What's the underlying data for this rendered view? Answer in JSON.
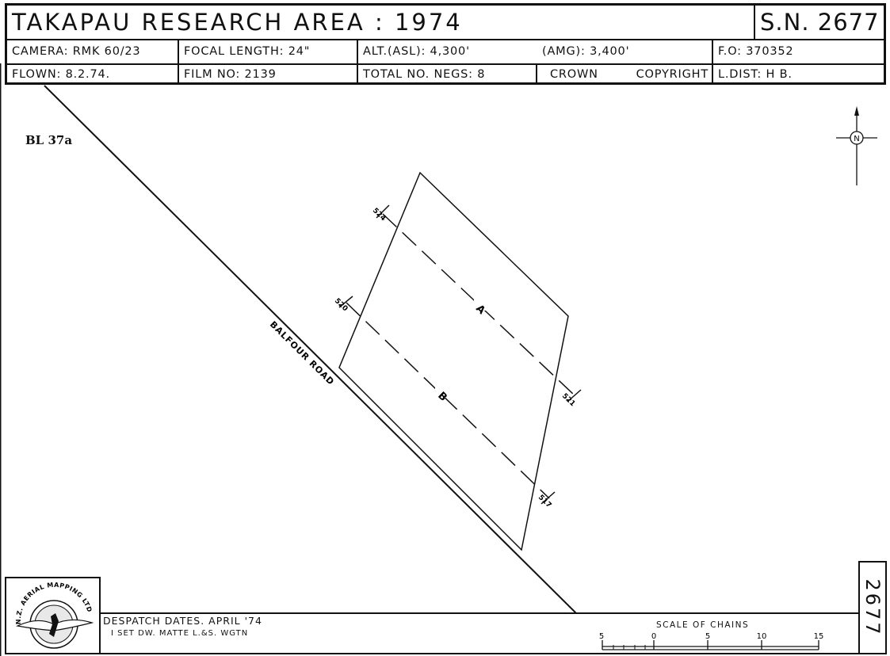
{
  "header": {
    "title": "TAKAPAU   RESEARCH  AREA : 1974",
    "sheet_number": "S.N. 2677",
    "camera": "CAMERA:  RMK 60/23",
    "focal_length": "FOCAL  LENGTH: 24\"",
    "alt_asl": "ALT.(ASL): 4,300'",
    "alt_amg": "(AMG): 3,400'",
    "fo": "F.O:  370352",
    "flown": "FLOWN: 8.2.74.",
    "film_no": "FILM  NO: 2139",
    "total_negs": "TOTAL  NO.  NEGS:  8",
    "crown": "CROWN",
    "copyright": "COPYRIGHT",
    "l_dist": "L.DIST:  H B."
  },
  "map": {
    "block_label": "BL 37a",
    "road_label": "BALFOUR  ROAD",
    "run_a_label": "A",
    "run_b_label": "B",
    "run_a_start_neg": "524",
    "run_a_end_neg": "521",
    "run_b_start_neg": "520",
    "run_b_end_neg": "517",
    "north_label": "N"
  },
  "footer": {
    "despatch_dates": "DESPATCH  DATES.  APRIL  '74",
    "despatch_detail": "I  SET  DW.  MATTE   L.&S.  WGTN",
    "scale_title": "SCALE  OF  CHAINS",
    "scale_ticks": [
      "5",
      "0",
      "5",
      "10",
      "15"
    ],
    "logo_text": "N.Z. AERIAL MAPPING LTD",
    "side_number": "2677"
  }
}
